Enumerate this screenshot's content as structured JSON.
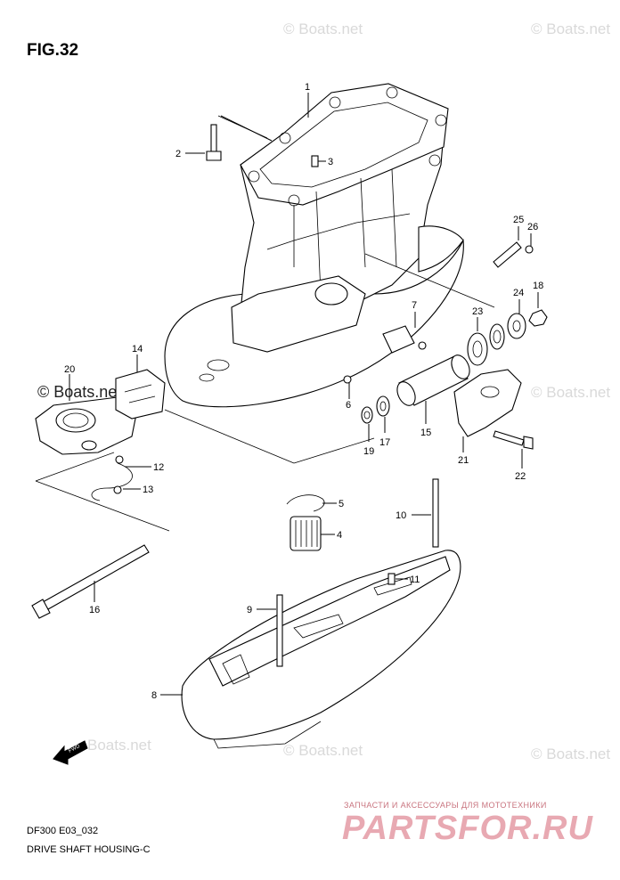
{
  "figure_title": "FIG.32",
  "watermark": "© Boats.net",
  "watermark_short": "Boats.net",
  "model_code": "DF300 E03_032",
  "caption": "DRIVE SHAFT HOUSING-C",
  "fwd_label": "FWD",
  "banner": {
    "tagline": "ЗАПЧАСТИ И АКСЕССУАРЫ ДЛЯ МОТОТЕХНИКИ",
    "brand": "PARTSFOR.RU",
    "color": "#e8a9b2"
  },
  "callouts": [
    "1",
    "2",
    "3",
    "4",
    "5",
    "6",
    "7",
    "8",
    "9",
    "10",
    "11",
    "12",
    "13",
    "14",
    "15",
    "16",
    "17",
    "18",
    "19",
    "20",
    "21",
    "22",
    "23",
    "24",
    "25",
    "26"
  ]
}
